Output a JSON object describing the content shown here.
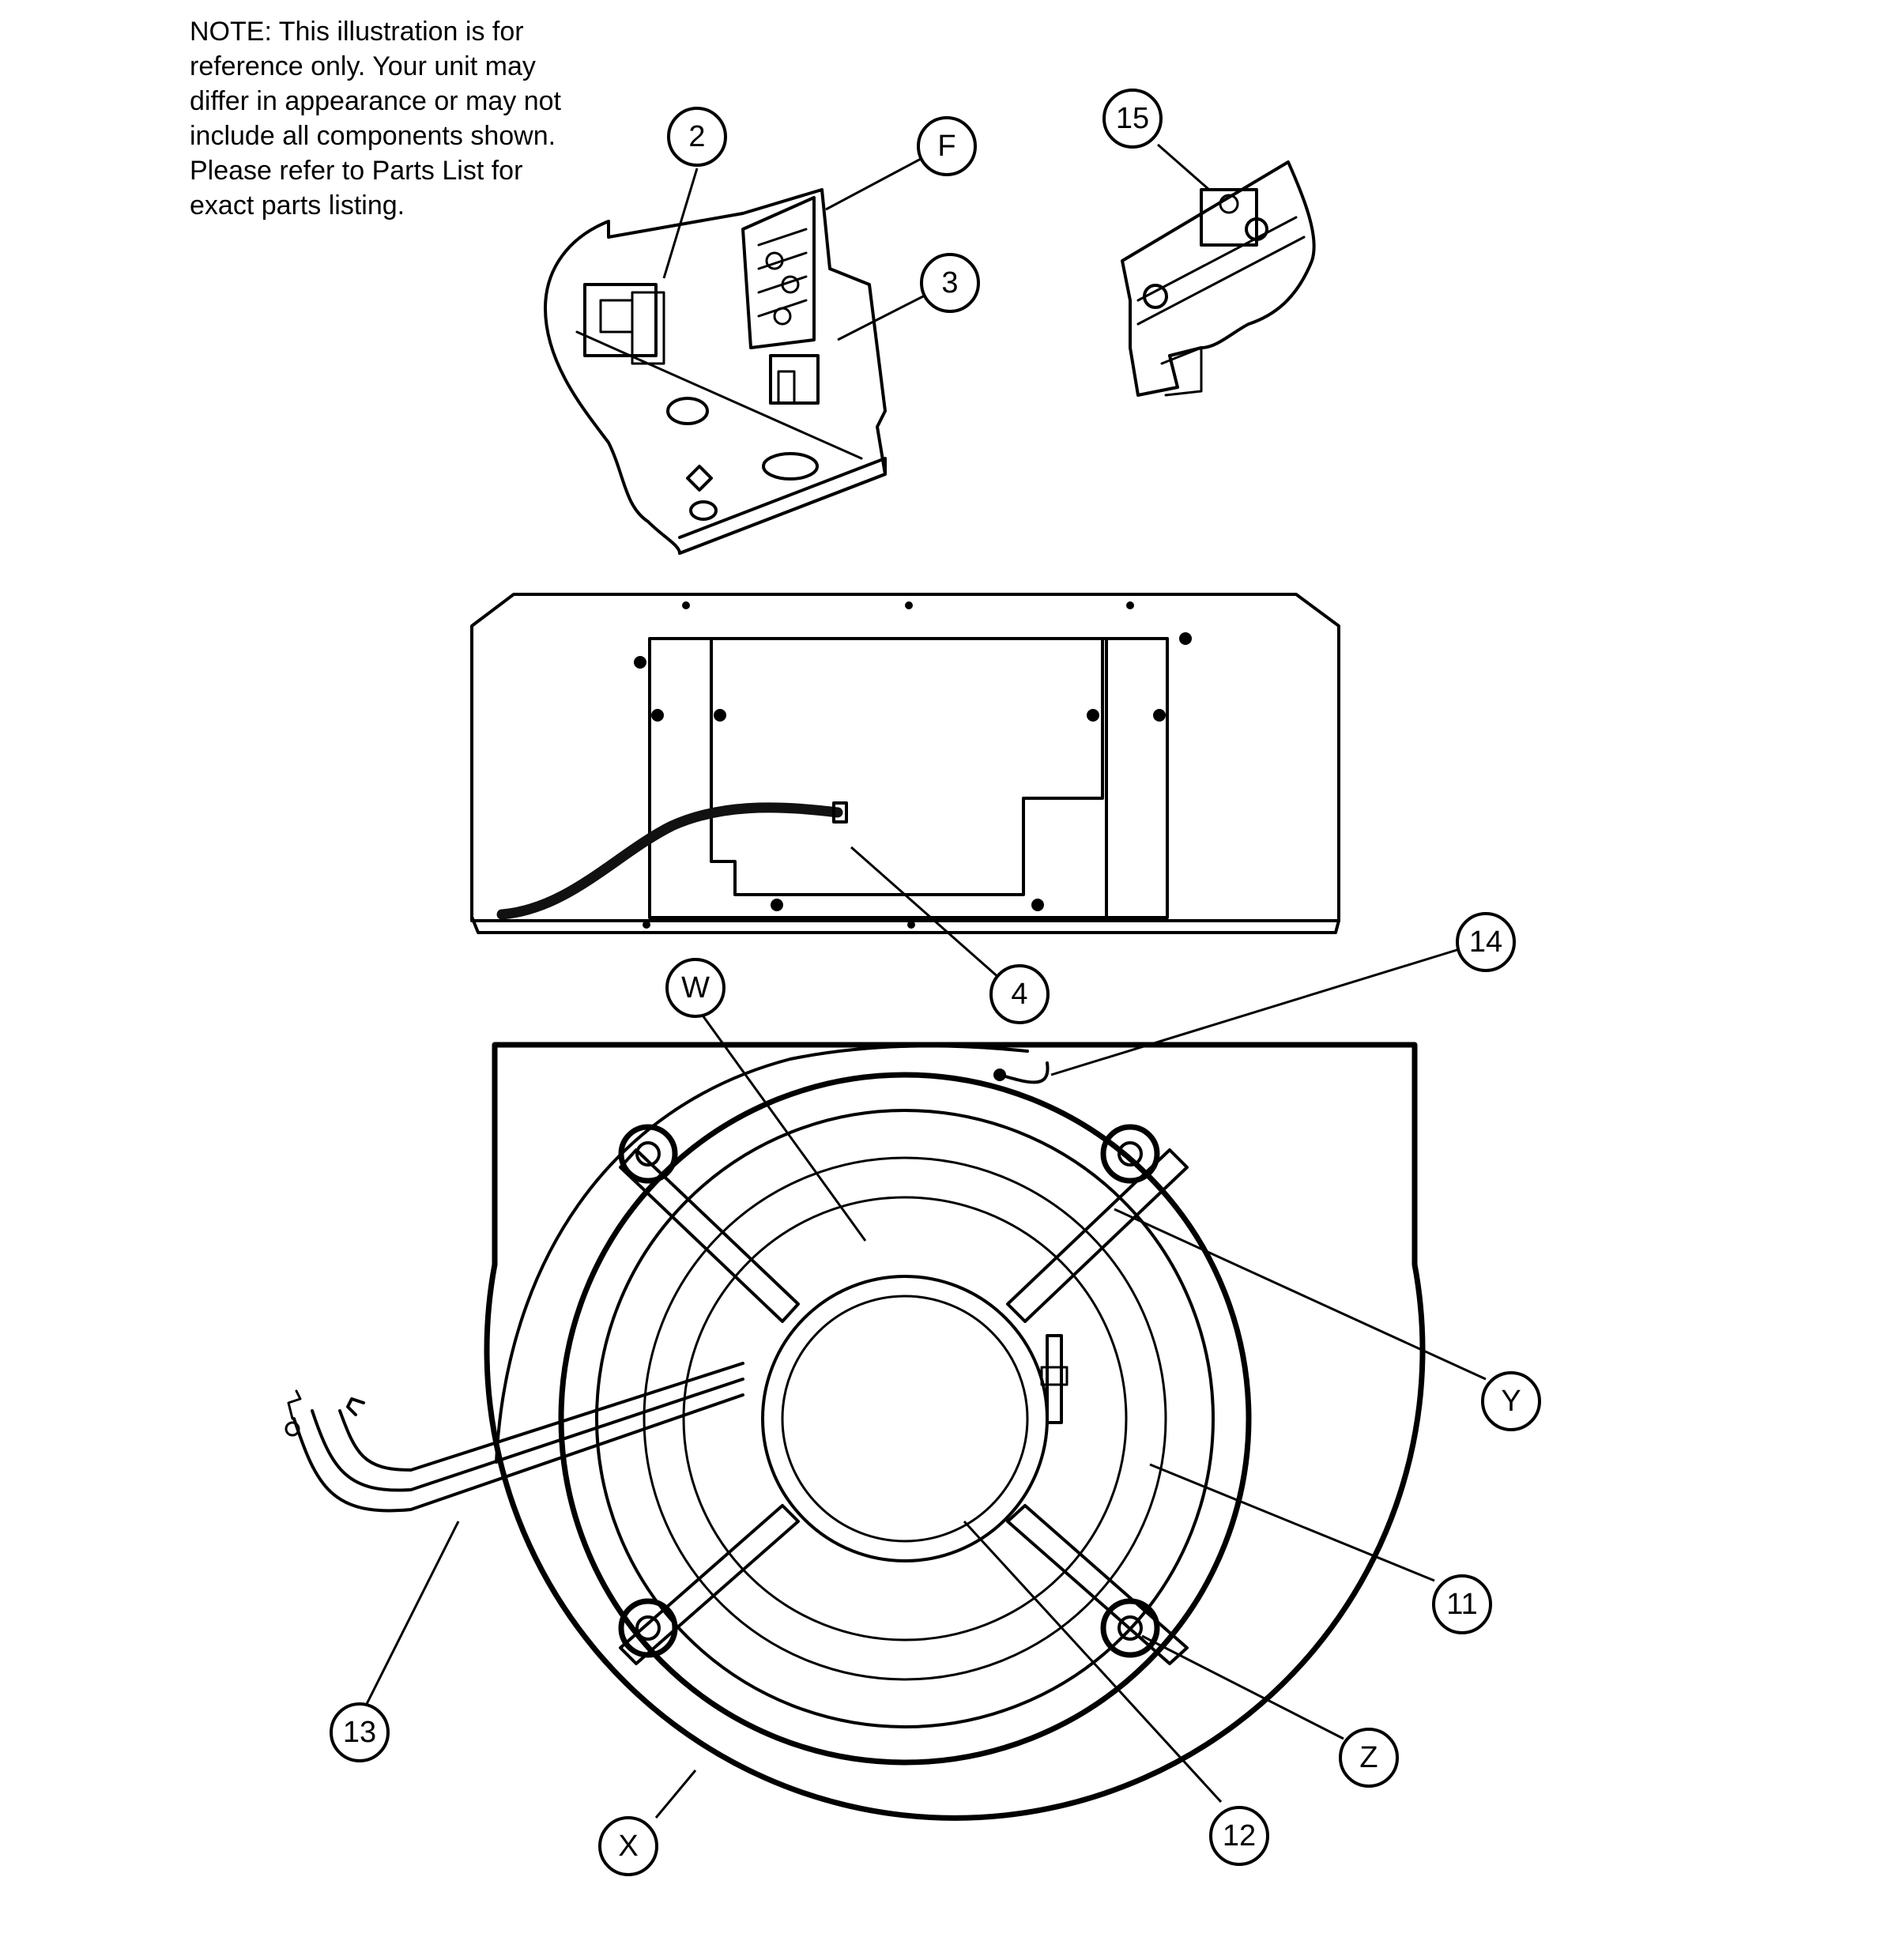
{
  "note": {
    "lines": [
      "NOTE: This illustration is for",
      "reference only.  Your unit may",
      "differ in appearance or may not",
      "include all components shown.",
      "Please refer to Parts List for",
      "exact parts listing."
    ]
  },
  "callouts": {
    "c2": "2",
    "cF": "F",
    "c3": "3",
    "c15": "15",
    "c4": "4",
    "c14": "14",
    "cW": "W",
    "cY": "Y",
    "c11": "11",
    "c13": "13",
    "cZ": "Z",
    "cX": "X",
    "c12": "12"
  }
}
